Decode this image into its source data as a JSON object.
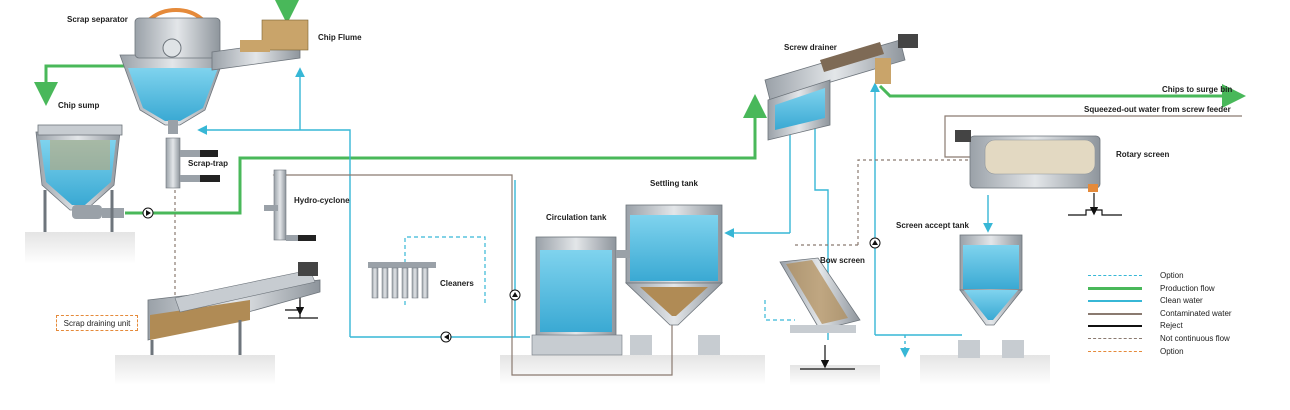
{
  "labels": {
    "scrap_separator": "Scrap separator",
    "chip_flume": "Chip Flume",
    "chip_sump": "Chip sump",
    "scrap_trap": "Scrap-trap",
    "hydro_cyclone": "Hydro-cyclone",
    "scrap_draining_unit": "Scrap draining unit",
    "cleaners": "Cleaners",
    "circulation_tank": "Circulation tank",
    "settling_tank": "Settling tank",
    "screw_drainer": "Screw drainer",
    "chips_to_surge_bin": "Chips to surge bin",
    "squeezed_out_water": "Squeezed-out water from screw feeder",
    "rotary_screen": "Rotary screen",
    "screen_accept_tank": "Screen accept tank",
    "bow_screen": "Bow screen"
  },
  "legend": [
    {
      "label": "Option",
      "color": "#37b7d6",
      "style": "dashed"
    },
    {
      "label": "Production flow",
      "color": "#49b85a",
      "style": "solid-thick"
    },
    {
      "label": "Clean water",
      "color": "#37b7d6",
      "style": "solid"
    },
    {
      "label": "Contaminated water",
      "color": "#8a7a70",
      "style": "solid"
    },
    {
      "label": "Reject",
      "color": "#111111",
      "style": "solid"
    },
    {
      "label": "Not continuous flow",
      "color": "#8a7a70",
      "style": "dashed"
    },
    {
      "label": "Option",
      "color": "#e58a3a",
      "style": "dashed"
    }
  ],
  "colors": {
    "production": "#49b85a",
    "clean_water": "#37b7d6",
    "contaminated": "#8a7a70",
    "reject": "#111111",
    "option_orange": "#e58a3a",
    "steel": "#b9bec4",
    "water_fill": "#5cc3e2",
    "chips": "#c9a46a",
    "floor": "#dcdcdc"
  }
}
